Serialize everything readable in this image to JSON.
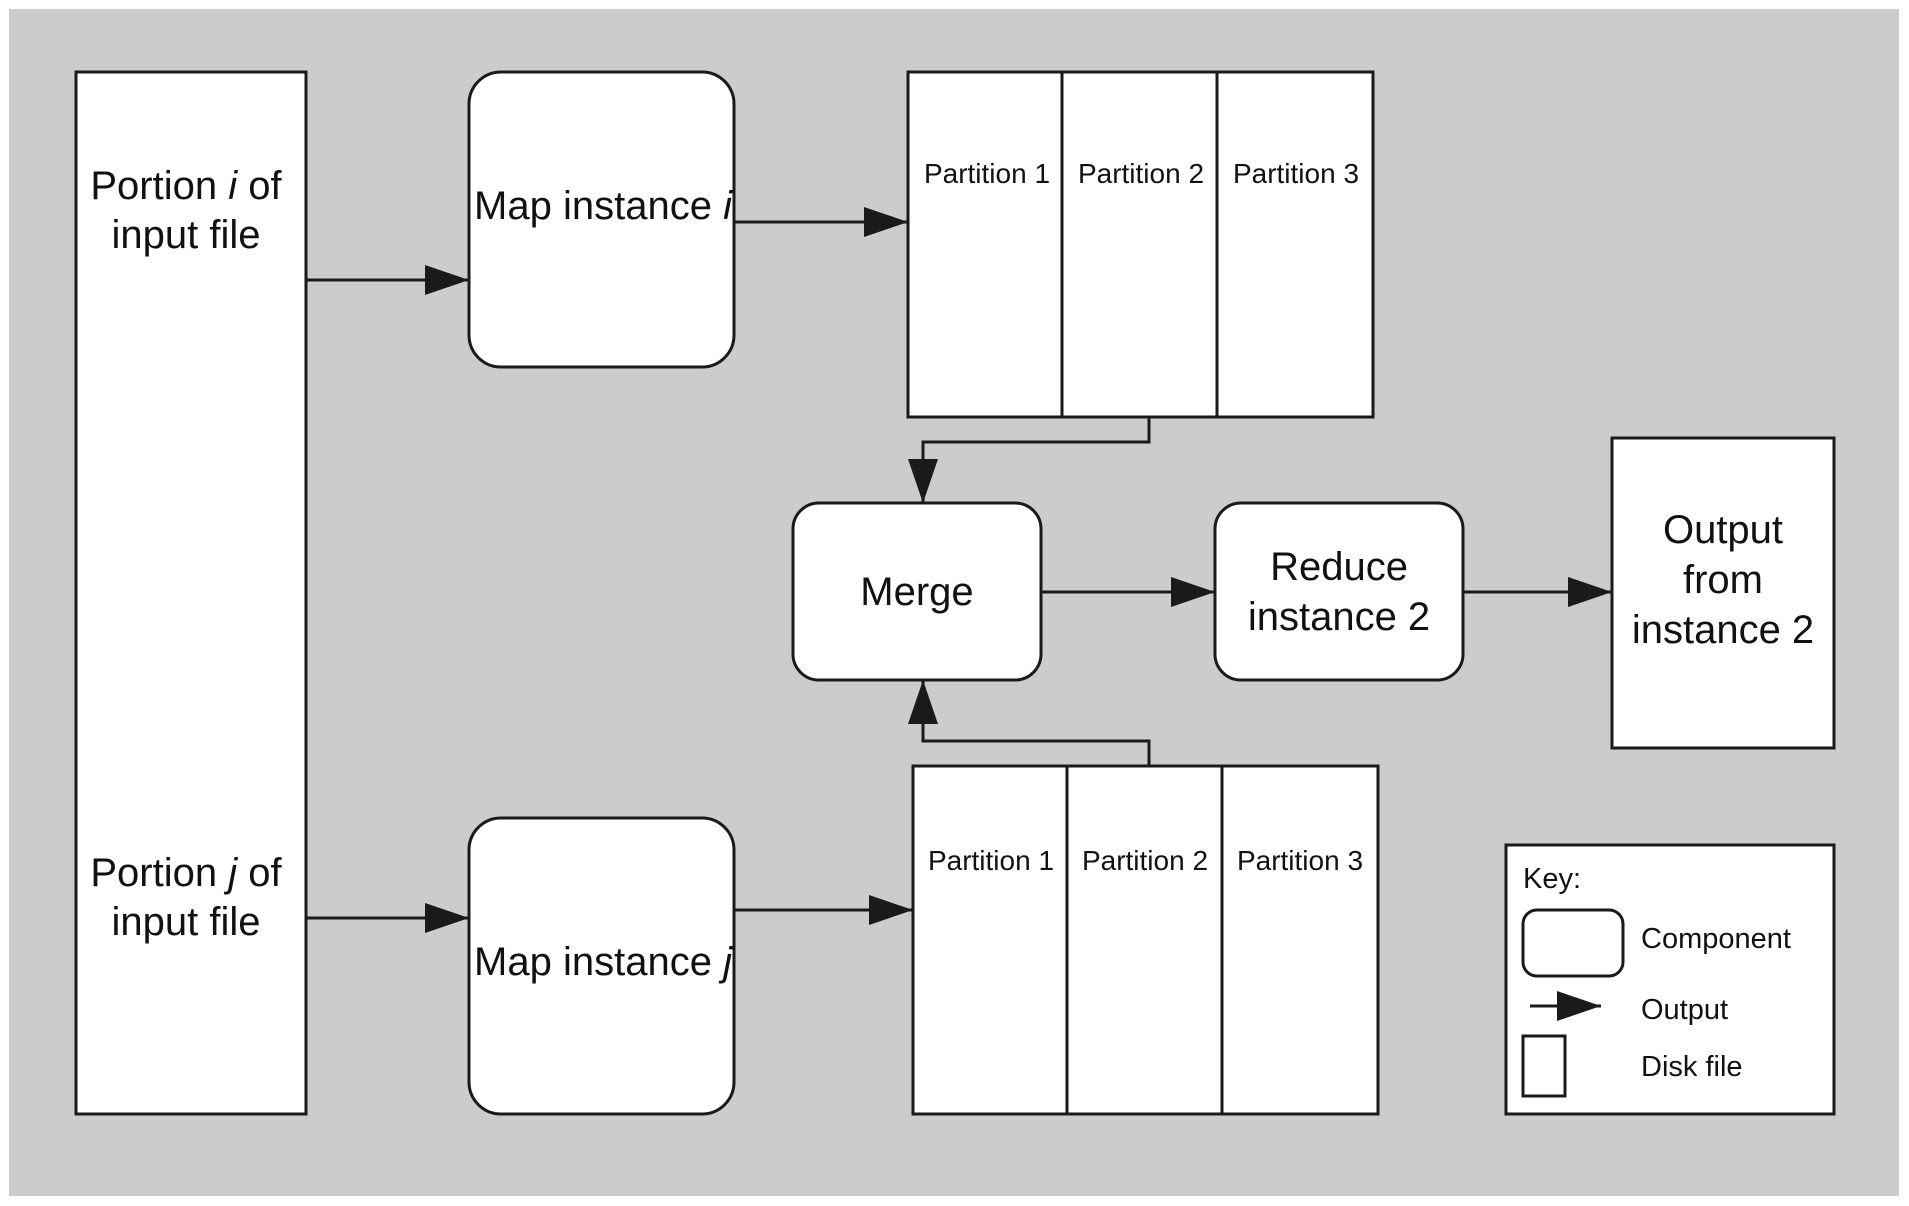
{
  "colors": {
    "background": "#cccccc",
    "box_fill": "#ffffff",
    "stroke": "#1a1a1a"
  },
  "input_file": {
    "portion_i": {
      "prefix": "Portion ",
      "var": "i",
      "suffix": " of",
      "line2": "input file"
    },
    "portion_j": {
      "prefix": "Portion ",
      "var": "j",
      "suffix": " of",
      "line2": "input file"
    }
  },
  "map_i": {
    "label": "Map instance ",
    "var": "i"
  },
  "map_j": {
    "label": "Map instance ",
    "var": "j"
  },
  "partitions_top": [
    "Partition 1",
    "Partition 2",
    "Partition 3"
  ],
  "partitions_bottom": [
    "Partition 1",
    "Partition 2",
    "Partition 3"
  ],
  "merge": {
    "label": "Merge"
  },
  "reduce": {
    "line1": "Reduce",
    "line2": "instance 2"
  },
  "output": {
    "line1": "Output",
    "line2": "from",
    "line3": "instance 2"
  },
  "key": {
    "title": "Key:",
    "component": "Component",
    "output": "Output",
    "disk_file": "Disk file"
  }
}
